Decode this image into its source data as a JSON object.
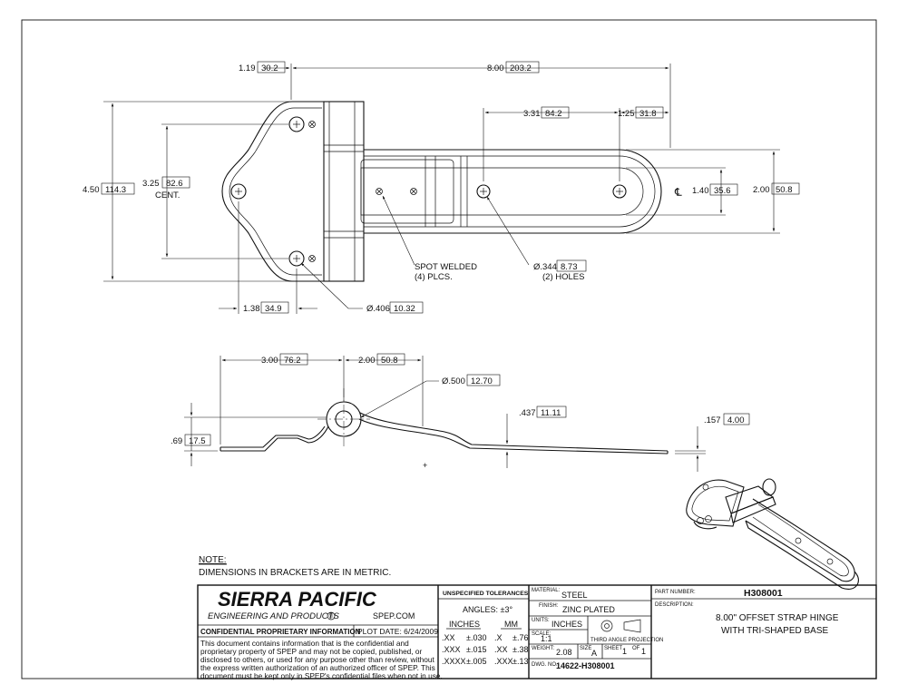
{
  "dimensions": {
    "top_left": {
      "main": "1.19",
      "metric": "30.2"
    },
    "top_overall": {
      "main": "8.00",
      "metric": "203.2"
    },
    "hole_span": {
      "main": "3.31",
      "metric": "84.2"
    },
    "end_radius": {
      "main": "1.25",
      "metric": "31.8"
    },
    "height_overall": {
      "main": "4.50",
      "metric": "114.3"
    },
    "hole_centers": {
      "main": "3.25",
      "metric": "82.6",
      "note": "CENT."
    },
    "strap_inner": {
      "main": "1.40",
      "metric": "35.6"
    },
    "strap_width": {
      "main": "2.00",
      "metric": "50.8"
    },
    "base_offset": {
      "main": "1.38",
      "metric": "34.9"
    },
    "base_hole": {
      "main": "Ø.406",
      "metric": "10.32"
    },
    "strap_hole": {
      "main": "Ø.344",
      "metric": "8.73",
      "note": "(2) HOLES"
    },
    "spot_weld": {
      "line1": "SPOT WELDED",
      "line2": "(4) PLCS."
    },
    "side_left": {
      "main": "3.00",
      "metric": "76.2"
    },
    "side_offset": {
      "main": "2.00",
      "metric": "50.8"
    },
    "pin_dia": {
      "main": "Ø.500",
      "metric": "12.70"
    },
    "rise": {
      "main": ".437",
      "metric": "11.11"
    },
    "thickness": {
      "main": ".157",
      "metric": "4.00"
    },
    "side_height": {
      "main": ".69",
      "metric": "17.5"
    },
    "centerline_symbol": "℄"
  },
  "note": {
    "title": "NOTE:",
    "text": "DIMENSIONS IN BRACKETS ARE IN METRIC."
  },
  "title_block": {
    "company": "SIERRA PACIFIC",
    "company_sub": "ENGINEERING AND PRODUCTS",
    "registered": "®",
    "website": "SPEP.COM",
    "confidential": "CONFIDENTIAL PROPRIETARY INFORMATION",
    "plot_date": "PLOT DATE: 6/24/2009",
    "para": [
      "This document contains information that is the confidential and",
      "proprietary property of SPEP and may not be copied, published, or",
      "disclosed to others, or used for any purpose  other than review, without",
      "the express written authorization of an authorized officer of SPEP. This",
      "document must be kept only in SPEP's confidential files when not in use."
    ],
    "tolerances": {
      "title": "UNSPECIFIED TOLERANCES",
      "angles": "ANGLES: ±3°",
      "inches": "INCHES",
      "mm": "MM",
      "rows": [
        {
          "in_fmt": ".XX",
          "in_tol": "±.030",
          "mm_fmt": ".X",
          "mm_tol": "±.76"
        },
        {
          "in_fmt": ".XXX",
          "in_tol": "±.015",
          "mm_fmt": ".XX",
          "mm_tol": "±.38"
        },
        {
          "in_fmt": ".XXXX",
          "in_tol": "±.005",
          "mm_fmt": ".XXX",
          "mm_tol": "±.13"
        }
      ]
    },
    "material_label": "MATERIAL:",
    "material": "STEEL",
    "finish_label": "FINISH:",
    "finish": "ZINC PLATED",
    "units_label": "UNITS:",
    "units": "INCHES",
    "scale_label": "SCALE:",
    "scale": "1:1",
    "projection": "THIRD ANGLE PROJECTION",
    "weight_label": "WEIGHT:",
    "weight": "2.08",
    "size_label": "SIZE",
    "size": "A",
    "sheet_label": "SHEET",
    "sheet": "1",
    "of_label": "OF",
    "of": "1",
    "dwg_label": "DWG. NO.",
    "dwg": "14622-H308001",
    "part_label": "PART NUMBER:",
    "part": "H308001",
    "desc_label": "DESCRIPTION:",
    "desc1": "8.00\" OFFSET STRAP HINGE",
    "desc2": "WITH TRI-SHAPED BASE"
  }
}
